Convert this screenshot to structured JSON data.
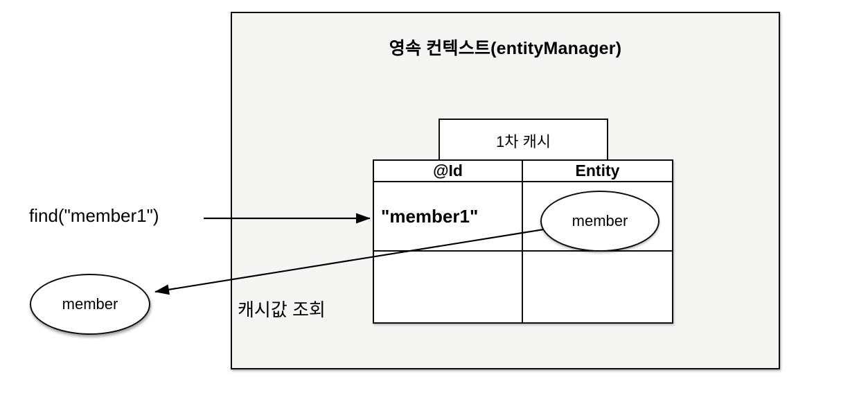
{
  "diagram": {
    "title": "영속 컨텍스트(entityManager)",
    "cache": {
      "label": "1차 캐시",
      "table": {
        "headers": [
          "@Id",
          "Entity"
        ],
        "rows": [
          {
            "id": "\"member1\"",
            "entity": "member"
          },
          {
            "id": "",
            "entity": ""
          }
        ]
      }
    },
    "annotations": {
      "find_call": "find(\"member1\")",
      "lookup": "캐시값 조회"
    },
    "result_entity": "member",
    "colors": {
      "box_fill": "#f5f5f4",
      "stroke": "#000000",
      "cell_fill": "#ffffff"
    }
  }
}
